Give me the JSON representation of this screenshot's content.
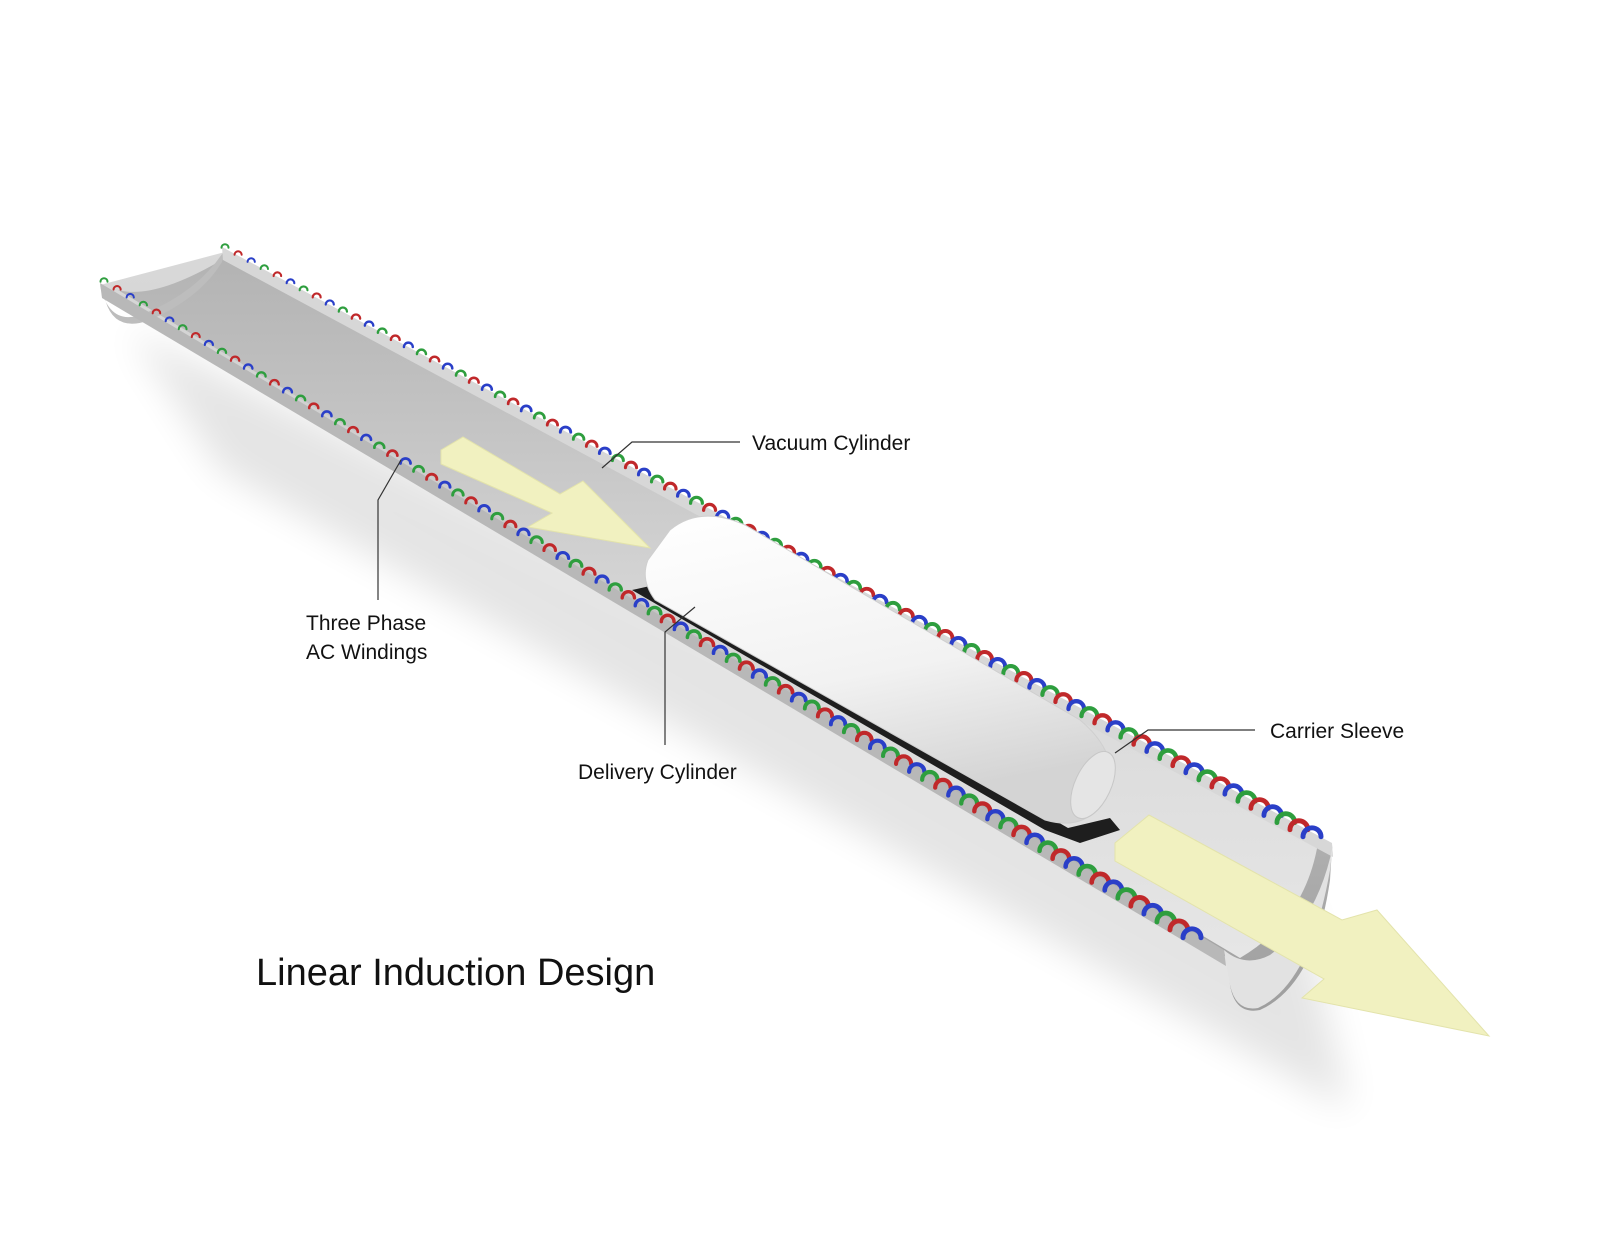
{
  "title": "Linear Induction Design",
  "labels": {
    "vacuum_cylinder": "Vacuum Cylinder",
    "three_phase_line1": "Three Phase",
    "three_phase_line2": "AC Windings",
    "delivery_cylinder": "Delivery Cylinder",
    "carrier_sleeve": "Carrier Sleeve"
  },
  "colors": {
    "tube_light": "#e4e4e4",
    "tube_mid": "#c8c8c8",
    "tube_dark": "#a9a9a9",
    "arrow_fill": "#f1f1c0",
    "winding_red": "#c0282a",
    "winding_green": "#2e9e3e",
    "winding_blue": "#2a3fc8",
    "capsule": "#f7f7f7",
    "sleeve": "#1e1e1e"
  },
  "winding_phase_order": [
    "green",
    "red",
    "blue"
  ]
}
